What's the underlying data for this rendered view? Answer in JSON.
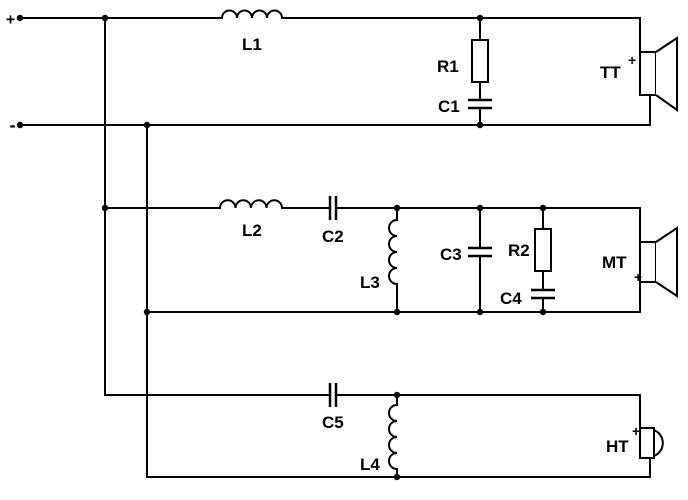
{
  "terminals": {
    "positive": "+",
    "negative": "-"
  },
  "labels": {
    "L1": "L1",
    "R1": "R1",
    "C1": "C1",
    "TT": "TT",
    "L2": "L2",
    "C2": "C2",
    "L3": "L3",
    "C3": "C3",
    "R2": "R2",
    "C4": "C4",
    "MT": "MT",
    "C5": "C5",
    "L4": "L4",
    "HT": "HT"
  },
  "speaker_polarity": {
    "tt": "+",
    "mt": "+",
    "ht": "+"
  }
}
